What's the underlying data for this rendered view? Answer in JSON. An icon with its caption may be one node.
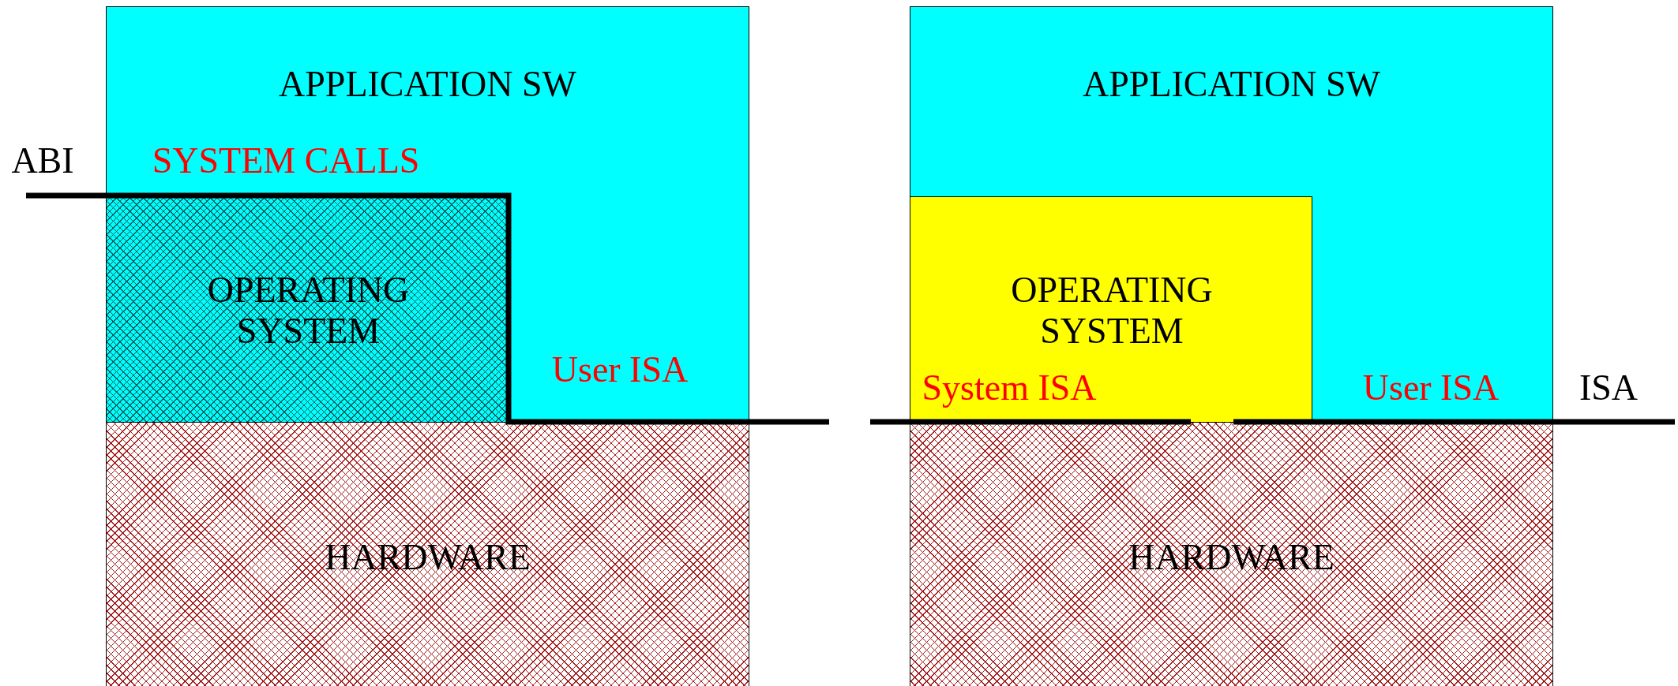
{
  "diagram": {
    "nodes": [
      {
        "text": [
          "APPLICATION SW"
        ]
      },
      {
        "text": [
          "OPERATING SYSTEM"
        ],
        "in": 0
      },
      {
        "text": [
          "HARDWARE"
        ]
      },
      {
        "text": [
          "APPLICATION SW"
        ]
      },
      {
        "text": [
          "OPERATING SYSTEM"
        ],
        "in": 3
      },
      {
        "text": [
          "HARDWARE"
        ]
      }
    ],
    "labels": [
      "ABI",
      "SYSTEM CALLS",
      "User ISA",
      "System ISA",
      "User ISA",
      "ISA"
    ]
  }
}
